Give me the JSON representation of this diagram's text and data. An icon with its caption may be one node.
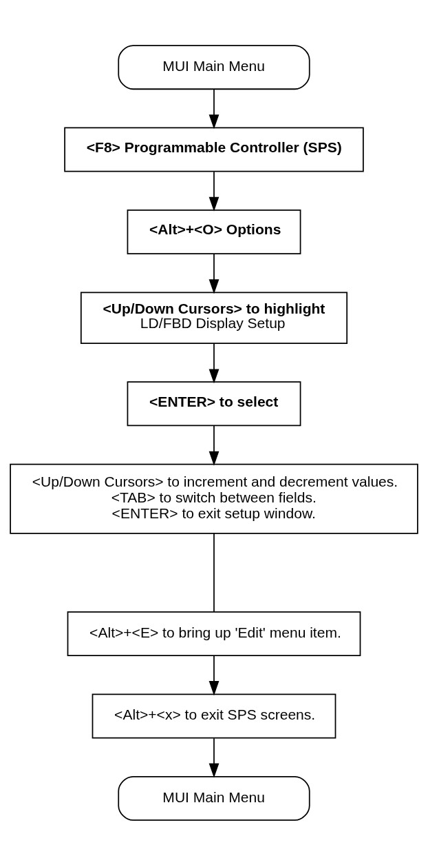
{
  "diagram": {
    "nodes": [
      {
        "text": [
          "MUI Main Menu"
        ]
      },
      {
        "text": [
          "<F8> Programmable Controller (SPS)"
        ]
      },
      {
        "text": [
          "<Alt>+<O> Options"
        ]
      },
      {
        "text": [
          "<Up/Down Cursors> to highlight",
          "LD/FBD Display Setup"
        ]
      },
      {
        "text": [
          "<ENTER> to select"
        ]
      },
      {
        "text": [
          "<Up/Down Cursors> to increment and decrement values.",
          "<TAB> to switch between fields.",
          "<ENTER> to exit setup window."
        ]
      },
      {
        "text": [
          "<Alt>+<E> to bring up 'Edit' menu item."
        ]
      },
      {
        "text": [
          "<Alt>+<x> to exit SPS screens."
        ]
      },
      {
        "text": [
          "MUI Main Menu"
        ]
      }
    ],
    "edges": [
      {
        "from": 0,
        "to": 1,
        "arrow": "to"
      },
      {
        "from": 1,
        "to": 2,
        "arrow": "to"
      },
      {
        "from": 2,
        "to": 3,
        "arrow": "to"
      },
      {
        "from": 3,
        "to": 4,
        "arrow": "to"
      },
      {
        "from": 4,
        "to": 5,
        "arrow": "to"
      },
      {
        "from": 5,
        "to": 6,
        "arrow": "none"
      },
      {
        "from": 6,
        "to": 7,
        "arrow": "to"
      },
      {
        "from": 7,
        "to": 8,
        "arrow": "to"
      }
    ]
  }
}
